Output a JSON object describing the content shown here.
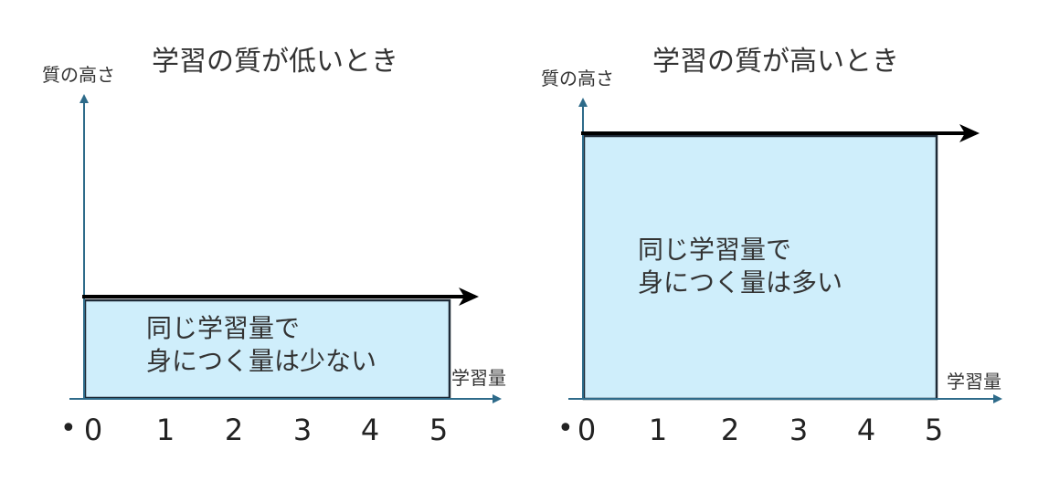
{
  "left": {
    "title": "学習の質が低いとき",
    "y_axis_label": "質の高さ",
    "x_axis_label": "学習量",
    "caption_line1": "同じ学習量で",
    "caption_line2": "身につく量は少ない",
    "ticks": [
      "0",
      "1",
      "2",
      "3",
      "4",
      "5"
    ],
    "bullet": "•"
  },
  "right": {
    "title": "学習の質が高いとき",
    "y_axis_label": "質の高さ",
    "x_axis_label": "学習量",
    "caption_line1": "同じ学習量で",
    "caption_line2": "身につく量は多い",
    "ticks": [
      "0",
      "1",
      "2",
      "3",
      "4",
      "5"
    ],
    "bullet": "•"
  },
  "colors": {
    "axis": "#2e6b8a",
    "fill": "#cfeefb",
    "border": "#1f2a36",
    "arrow": "#000000"
  }
}
